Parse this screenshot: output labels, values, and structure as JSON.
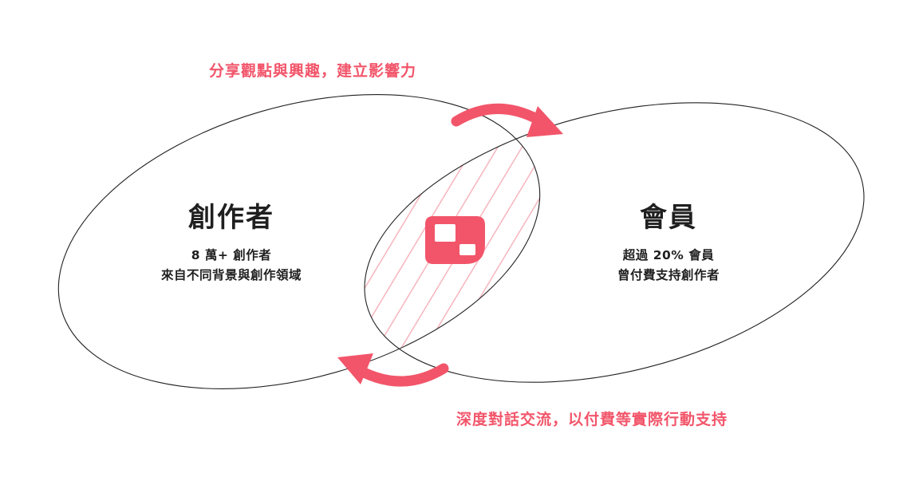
{
  "top_caption": "分享觀點與興趣，建立影響力",
  "bottom_caption": "深度對話交流，以付費等實際行動支持",
  "creators": {
    "title": "創作者",
    "line1": "8 萬+ 創作者",
    "line2": "來自不同背景與創作領域"
  },
  "members": {
    "title": "會員",
    "line1": "超過 20% 會員",
    "line2": "曾付費支持創作者"
  },
  "colors": {
    "accent": "#f2556a",
    "hatch": "#f7b4bd",
    "text": "#1f1f1f",
    "outline": "#222222"
  },
  "icons": {
    "center": "brand-logo-icon",
    "top_arrow": "arrow-right-curved-icon",
    "bottom_arrow": "arrow-left-curved-icon"
  }
}
